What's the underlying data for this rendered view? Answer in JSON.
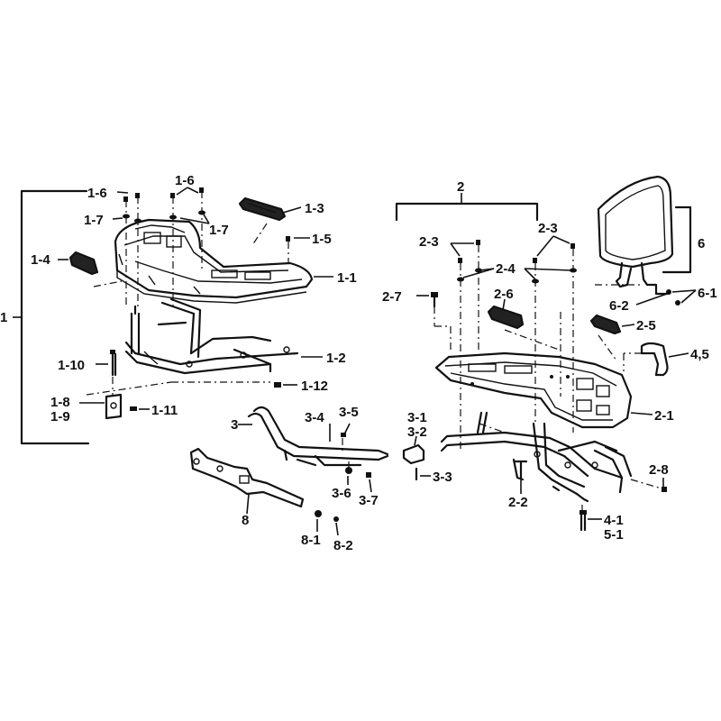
{
  "labels": {
    "l_1": "1",
    "l_1_1": "1-1",
    "l_1_2": "1-2",
    "l_1_3": "1-3",
    "l_1_4": "1-4",
    "l_1_5": "1-5",
    "l_1_6a": "1-6",
    "l_1_6b": "1-6",
    "l_1_7a": "1-7",
    "l_1_7b": "1-7",
    "l_1_8": "1-8",
    "l_1_9": "1-9",
    "l_1_10": "1-10",
    "l_1_11": "1-11",
    "l_1_12": "1-12",
    "l_2": "2",
    "l_2_1": "2-1",
    "l_2_2": "2-2",
    "l_2_3a": "2-3",
    "l_2_3b": "2-3",
    "l_2_4": "2-4",
    "l_2_5": "2-5",
    "l_2_6": "2-6",
    "l_2_7": "2-7",
    "l_2_8": "2-8",
    "l_3": "3",
    "l_3_1": "3-1",
    "l_3_2": "3-2",
    "l_3_3": "3-3",
    "l_3_4": "3-4",
    "l_3_5": "3-5",
    "l_3_6": "3-6",
    "l_3_7": "3-7",
    "l_4_1": "4-1",
    "l_5_1": "5-1",
    "l_4_5": "4,5",
    "l_6": "6",
    "l_6_1": "6-1",
    "l_6_2": "6-2",
    "l_8": "8",
    "l_8_1": "8-1",
    "l_8_2": "8-2"
  }
}
